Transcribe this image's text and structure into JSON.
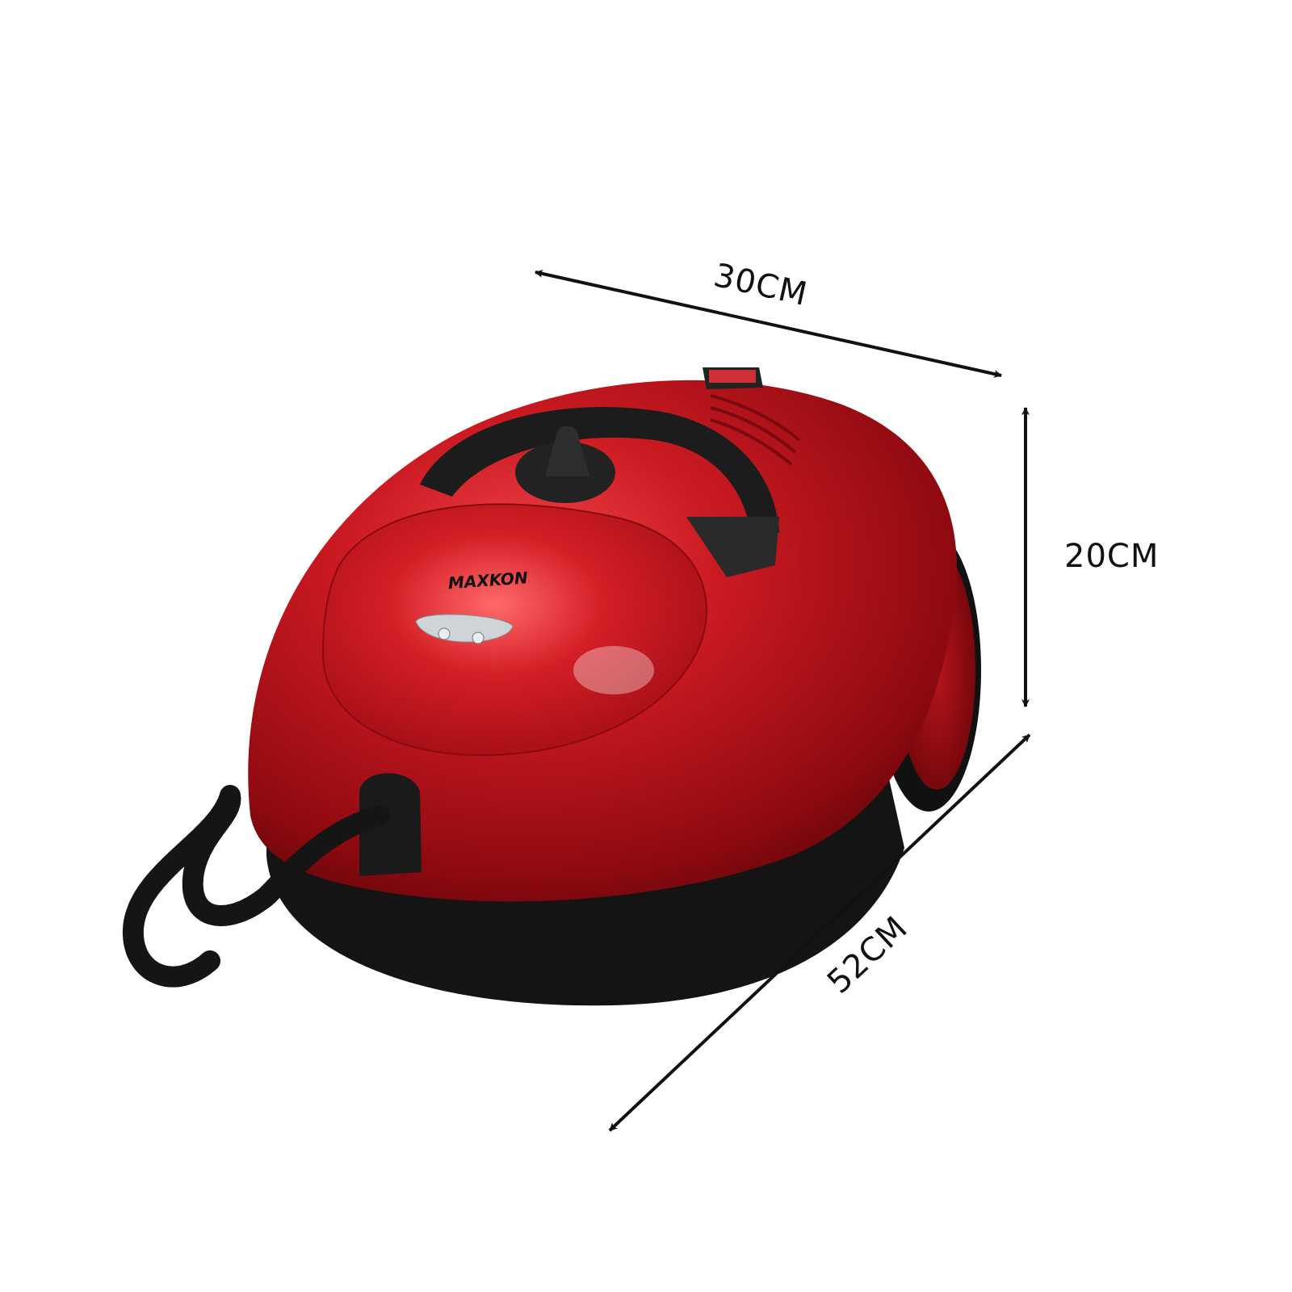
{
  "product": {
    "brand": "MAXKON",
    "body_color": "#c0121a",
    "trim_color": "#1a1a1a"
  },
  "dimensions": {
    "width": "30CM",
    "height": "20CM",
    "length": "52CM"
  }
}
